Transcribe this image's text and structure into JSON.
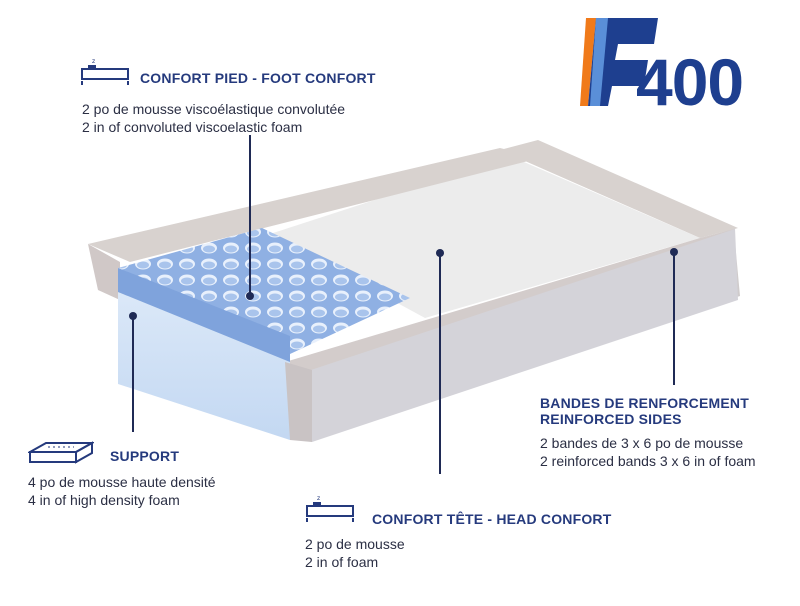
{
  "brand": {
    "letter": "F",
    "model": "400",
    "colors": {
      "blue": "#1e3f8f",
      "orange": "#f07a1a",
      "light_blue": "#5a8fd8"
    }
  },
  "callouts": {
    "foot": {
      "title": "CONFORT PIED  - FOOT CONFORT",
      "line_fr": "2 po de mousse viscoélastique convolutée",
      "line_en": "2 in of convoluted viscoelastic foam",
      "icon": "bed-icon"
    },
    "support": {
      "title": "SUPPORT",
      "line_fr": "4 po de mousse haute densité",
      "line_en": "4 in of high density foam",
      "icon": "foam-slab-icon"
    },
    "head": {
      "title": "CONFORT TÊTE - HEAD CONFORT",
      "line_fr": "2 po de mousse",
      "line_en": "2 in of foam",
      "icon": "bed-icon"
    },
    "sides": {
      "title_fr": "BANDES DE RENFORCEMENT",
      "title_en": "REINFORCED SIDES",
      "line_fr": "2 bandes de 3 x 6 po de mousse",
      "line_en": "2 reinforced bands 3 x 6 in of foam"
    }
  },
  "colors": {
    "leader_line": "#1f2a55",
    "convoluted_foam": "#6f96d6",
    "support_foam": "#cfe0f6",
    "side_bands": "#c9c4c4",
    "top_cover": "#ececec"
  }
}
